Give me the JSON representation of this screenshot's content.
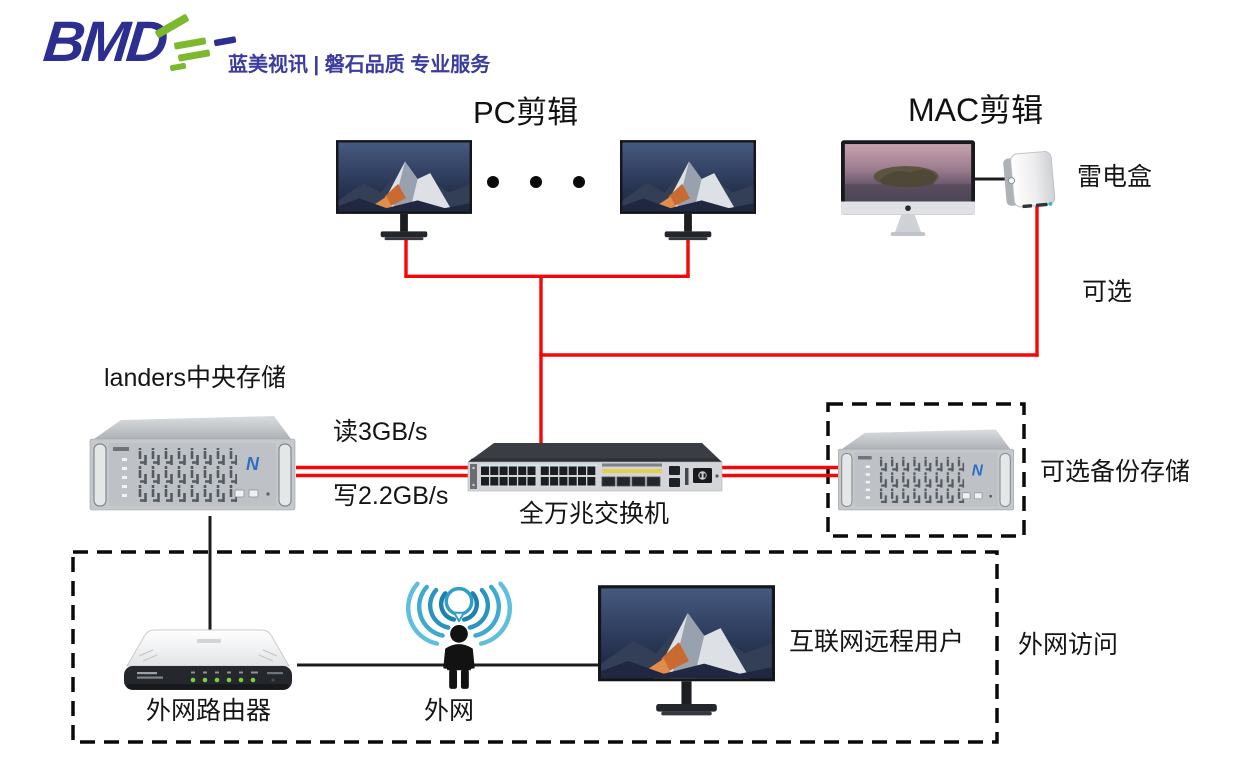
{
  "brand": {
    "logo": "BMD",
    "tagline": "蓝美视讯 | 磐石品质 专业服务"
  },
  "workstations": {
    "pc_title": "PC剪辑",
    "mac_title": "MAC剪辑",
    "thunderbolt_label": "雷电盒",
    "optional_label": "可选"
  },
  "storage": {
    "central_label": "landers中央存储",
    "read_speed": "读3GB/s",
    "write_speed": "写2.2GB/s",
    "backup_label": "可选备份存储"
  },
  "network": {
    "switch_label": "全万兆交换机"
  },
  "external": {
    "router_label": "外网路由器",
    "wifi_label": "外网",
    "remote_user_label": "互联网远程用户",
    "zone_label": "外网访问"
  },
  "colors": {
    "link_red": "#f60606",
    "line_black": "#1c1c1c",
    "brand_blue": "#2c2e90",
    "brand_green": "#7cb92e",
    "tagline_blue": "#3c3b9e",
    "wifi_teal": "#2f9fc8",
    "server_logo_blue": "#2e6ec5"
  }
}
